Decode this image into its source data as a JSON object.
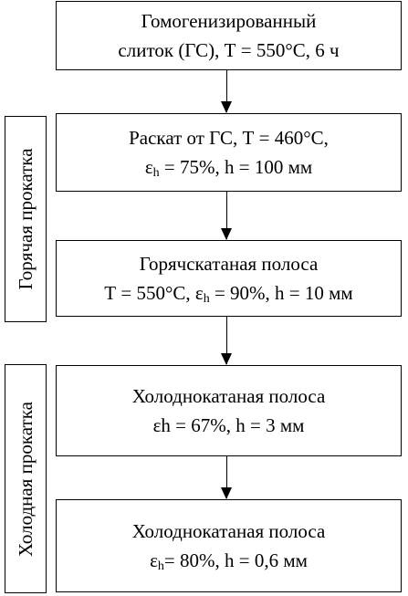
{
  "side_labels": {
    "hot": "Горячая прокатка",
    "cold": "Холодная  прокатка"
  },
  "stages": [
    {
      "line1": "Гомогенизированный",
      "line2": "слиток (ГС), Т = 550°С, 6 ч"
    },
    {
      "line1": "Раскат от ГС, Т = 460°С,",
      "line2_eps": "ε",
      "line2_sub": "h",
      "line2_rest": " = 75%, h = 100 мм"
    },
    {
      "line1": "Горячскатаная полоса",
      "line2_pre": "Т = 550°С, ε",
      "line2_sub": "h",
      "line2_rest": " = 90%, h = 10 мм"
    },
    {
      "line1": "Холоднокатаная полоса",
      "line2": "εh = 67%, h = 3 мм"
    },
    {
      "line1": "Холоднокатаная полоса",
      "line2_eps": "ε",
      "line2_sub": "h",
      "line2_rest": "= 80%, h = 0,6 мм"
    }
  ]
}
